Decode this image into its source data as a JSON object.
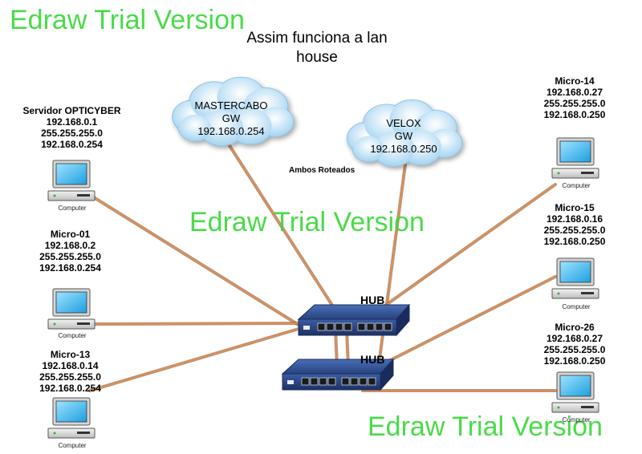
{
  "title_lines": [
    "Assim funciona a lan",
    "house"
  ],
  "watermark": "Edraw Trial Version",
  "note": "Ambos Roteados",
  "hub_label": "HUB",
  "computer_caption": "Computer",
  "colors": {
    "cable": "#d7905a",
    "cable_dark": "#6b3c1c",
    "watermark": "#3ad83a",
    "cloud": "#cfe8f7",
    "hub": "#2c4a8a"
  },
  "clouds": [
    {
      "id": "mastercabo",
      "lines": [
        "MASTERCABO",
        "GW",
        "192.168.0.254"
      ]
    },
    {
      "id": "velox",
      "lines": [
        "VELOX",
        "GW",
        "192.168.0.250"
      ]
    }
  ],
  "computers": [
    {
      "id": "servidor",
      "lines": [
        "Servidor OPTICYBER",
        "192.168.0.1",
        "255.255.255.0",
        "192.168.0.254"
      ]
    },
    {
      "id": "micro-01",
      "lines": [
        "Micro-01",
        "192.168.0.2",
        "255.255.255.0",
        "192.168.0.254"
      ]
    },
    {
      "id": "micro-13",
      "lines": [
        "Micro-13",
        "192.168.0.14",
        "255.255.255.0",
        "192.168.0.254"
      ]
    },
    {
      "id": "micro-14",
      "lines": [
        "Micro-14",
        "192.168.0.27",
        "255.255.255.0",
        "192.168.0.250"
      ]
    },
    {
      "id": "micro-15",
      "lines": [
        "Micro-15",
        "192.168.0.16",
        "255.255.255.0",
        "192.168.0.250"
      ]
    },
    {
      "id": "micro-26",
      "lines": [
        "Micro-26",
        "192.168.0.27",
        "255.255.255.0",
        "192.168.0.250"
      ]
    }
  ]
}
